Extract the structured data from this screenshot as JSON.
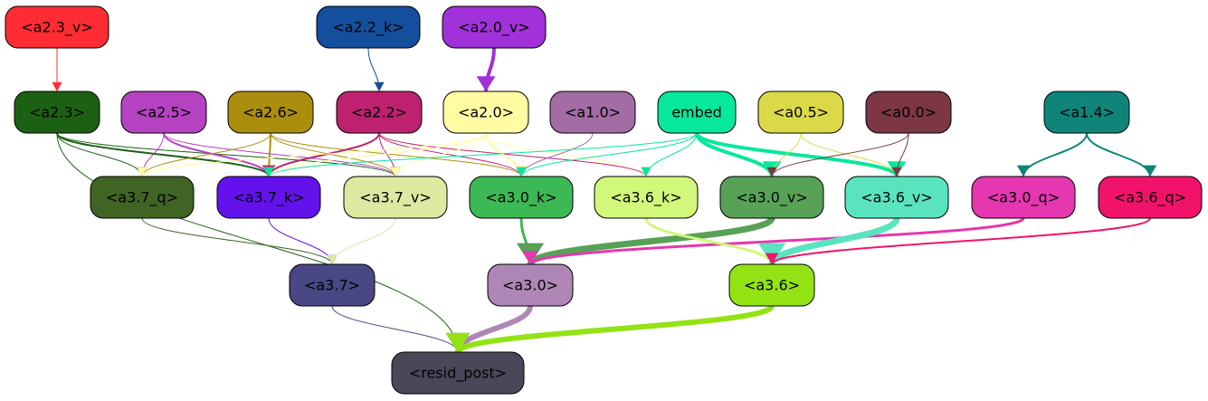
{
  "nodes": [
    {
      "id": "a2_3_v",
      "label": "<a2.3_v>",
      "fill": "#ff2d33",
      "text": "#000000"
    },
    {
      "id": "a2_2_k",
      "label": "<a2.2_k>",
      "fill": "#134f9c",
      "text": "#000000"
    },
    {
      "id": "a2_0_v",
      "label": "<a2.0_v>",
      "fill": "#a131d8",
      "text": "#000000"
    },
    {
      "id": "a2_3",
      "label": "<a2.3>",
      "fill": "#1c6113",
      "text": "#000000"
    },
    {
      "id": "a2_5",
      "label": "<a2.5>",
      "fill": "#b542c1",
      "text": "#000000"
    },
    {
      "id": "a2_6",
      "label": "<a2.6>",
      "fill": "#ab8e0e",
      "text": "#000000"
    },
    {
      "id": "a2_2",
      "label": "<a2.2>",
      "fill": "#bd2170",
      "text": "#000000"
    },
    {
      "id": "a2_0",
      "label": "<a2.0>",
      "fill": "#fffca4",
      "text": "#000000"
    },
    {
      "id": "a1_0",
      "label": "<a1.0>",
      "fill": "#a36ca5",
      "text": "#000000"
    },
    {
      "id": "embed",
      "label": "embed",
      "fill": "#06e89b",
      "text": "#000000"
    },
    {
      "id": "a0_5",
      "label": "<a0.5>",
      "fill": "#dbd947",
      "text": "#000000"
    },
    {
      "id": "a0_0",
      "label": "<a0.0>",
      "fill": "#7d3646",
      "text": "#000000"
    },
    {
      "id": "a1_4",
      "label": "<a1.4>",
      "fill": "#0e8578",
      "text": "#000000"
    },
    {
      "id": "a3_7_q",
      "label": "<a3.7_q>",
      "fill": "#3f6424",
      "text": "#000000"
    },
    {
      "id": "a3_7_k",
      "label": "<a3.7_k>",
      "fill": "#6412ec",
      "text": "#000000"
    },
    {
      "id": "a3_7_v",
      "label": "<a3.7_v>",
      "fill": "#dce9a0",
      "text": "#000000"
    },
    {
      "id": "a3_0_k",
      "label": "<a3.0_k>",
      "fill": "#3cb955",
      "text": "#000000"
    },
    {
      "id": "a3_6_k",
      "label": "<a3.6_k>",
      "fill": "#d1f87b",
      "text": "#000000"
    },
    {
      "id": "a3_0_v",
      "label": "<a3.0_v>",
      "fill": "#57a256",
      "text": "#000000"
    },
    {
      "id": "a3_6_v",
      "label": "<a3.6_v>",
      "fill": "#59e4bf",
      "text": "#000000"
    },
    {
      "id": "a3_0_q",
      "label": "<a3.0_q>",
      "fill": "#e437b0",
      "text": "#000000"
    },
    {
      "id": "a3_6_q",
      "label": "<a3.6_q>",
      "fill": "#f1136a",
      "text": "#000000"
    },
    {
      "id": "a3_7",
      "label": "<a3.7>",
      "fill": "#494784",
      "text": "#000000"
    },
    {
      "id": "a3_0",
      "label": "<a3.0>",
      "fill": "#af87b6",
      "text": "#000000"
    },
    {
      "id": "a3_6",
      "label": "<a3.6>",
      "fill": "#93e314",
      "text": "#000000"
    },
    {
      "id": "resid_post",
      "label": "<resid_post>",
      "fill": "#4b4658",
      "text": "#000000"
    }
  ],
  "edges": [
    {
      "from": "a2_3_v",
      "to": "a2_3",
      "color": "#ff2d33",
      "weight": 1
    },
    {
      "from": "a2_2_k",
      "to": "a2_2",
      "color": "#134f9c",
      "weight": 1
    },
    {
      "from": "a2_0_v",
      "to": "a2_0",
      "color": "#a131d8",
      "weight": 4
    },
    {
      "from": "a2_3",
      "to": "a3_7_q",
      "color": "#1c6113",
      "weight": 1
    },
    {
      "from": "a2_3",
      "to": "a3_7_k",
      "color": "#1c6113",
      "weight": 2
    },
    {
      "from": "a2_3",
      "to": "a3_7_v",
      "color": "#1c6113",
      "weight": 1
    },
    {
      "from": "a2_3",
      "to": "resid_post",
      "color": "#1c6113",
      "weight": 1
    },
    {
      "from": "a2_5",
      "to": "a3_7_q",
      "color": "#b542c1",
      "weight": 1
    },
    {
      "from": "a2_5",
      "to": "a3_7_k",
      "color": "#b542c1",
      "weight": 2
    },
    {
      "from": "a2_5",
      "to": "a3_7_v",
      "color": "#b542c1",
      "weight": 1
    },
    {
      "from": "a2_6",
      "to": "a3_7_q",
      "color": "#ab8e0e",
      "weight": 1
    },
    {
      "from": "a2_6",
      "to": "a3_7_k",
      "color": "#ab8e0e",
      "weight": 2
    },
    {
      "from": "a2_6",
      "to": "a3_7_v",
      "color": "#ab8e0e",
      "weight": 1
    },
    {
      "from": "a2_6",
      "to": "a3_0_k",
      "color": "#ab8e0e",
      "weight": 1
    },
    {
      "from": "a2_2",
      "to": "a3_7_k",
      "color": "#bd2170",
      "weight": 2
    },
    {
      "from": "a2_2",
      "to": "a3_7_v",
      "color": "#bd2170",
      "weight": 1
    },
    {
      "from": "a2_2",
      "to": "a3_0_k",
      "color": "#bd2170",
      "weight": 1
    },
    {
      "from": "a2_2",
      "to": "a3_6_k",
      "color": "#bd2170",
      "weight": 1
    },
    {
      "from": "a2_0",
      "to": "a3_7_q",
      "color": "#fffca4",
      "weight": 1
    },
    {
      "from": "a2_0",
      "to": "a3_7_k",
      "color": "#fffca4",
      "weight": 1
    },
    {
      "from": "a2_0",
      "to": "a3_7_v",
      "color": "#fffca4",
      "weight": 1
    },
    {
      "from": "a2_0",
      "to": "a3_0_k",
      "color": "#fffca4",
      "weight": 2
    },
    {
      "from": "a2_0",
      "to": "a3_6_k",
      "color": "#fffca4",
      "weight": 1
    },
    {
      "from": "a1_0",
      "to": "a3_0_k",
      "color": "#a36ca5",
      "weight": 1
    },
    {
      "from": "embed",
      "to": "a3_7_k",
      "color": "#06e89b",
      "weight": 1
    },
    {
      "from": "embed",
      "to": "a3_0_k",
      "color": "#06e89b",
      "weight": 1
    },
    {
      "from": "embed",
      "to": "a3_6_k",
      "color": "#06e89b",
      "weight": 1
    },
    {
      "from": "embed",
      "to": "a3_0_v",
      "color": "#06e89b",
      "weight": 4
    },
    {
      "from": "embed",
      "to": "a3_6_v",
      "color": "#06e89b",
      "weight": 4
    },
    {
      "from": "a0_5",
      "to": "a3_0_v",
      "color": "#dbd947",
      "weight": 1
    },
    {
      "from": "a0_5",
      "to": "a3_6_v",
      "color": "#dbd947",
      "weight": 1
    },
    {
      "from": "a0_0",
      "to": "a3_0_v",
      "color": "#7d3646",
      "weight": 1
    },
    {
      "from": "a0_0",
      "to": "a3_6_v",
      "color": "#7d3646",
      "weight": 1
    },
    {
      "from": "a1_4",
      "to": "a3_0_q",
      "color": "#0e8578",
      "weight": 2
    },
    {
      "from": "a1_4",
      "to": "a3_6_q",
      "color": "#0e8578",
      "weight": 2
    },
    {
      "from": "a3_7_q",
      "to": "a3_7",
      "color": "#3f6424",
      "weight": 1
    },
    {
      "from": "a3_7_k",
      "to": "a3_7",
      "color": "#6412ec",
      "weight": 1
    },
    {
      "from": "a3_7_v",
      "to": "a3_7",
      "color": "#dce9a0",
      "weight": 1
    },
    {
      "from": "a3_0_k",
      "to": "a3_0",
      "color": "#3cb955",
      "weight": 3
    },
    {
      "from": "a3_0_v",
      "to": "a3_0",
      "color": "#57a256",
      "weight": 7
    },
    {
      "from": "a3_0_q",
      "to": "a3_0",
      "color": "#e437b0",
      "weight": 3
    },
    {
      "from": "a3_6_k",
      "to": "a3_6",
      "color": "#d1f87b",
      "weight": 3
    },
    {
      "from": "a3_6_v",
      "to": "a3_6",
      "color": "#59e4bf",
      "weight": 7
    },
    {
      "from": "a3_6_q",
      "to": "a3_6",
      "color": "#f1136a",
      "weight": 2
    },
    {
      "from": "a3_7",
      "to": "resid_post",
      "color": "#494784",
      "weight": 1
    },
    {
      "from": "a3_0",
      "to": "resid_post",
      "color": "#af87b6",
      "weight": 6
    },
    {
      "from": "a3_6",
      "to": "resid_post",
      "color": "#93e314",
      "weight": 6
    }
  ]
}
